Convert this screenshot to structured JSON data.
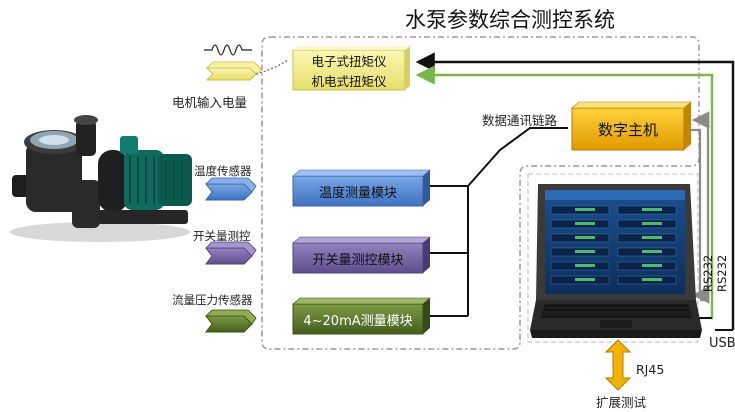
{
  "title": "水泵参数综合测控系统",
  "inputs": {
    "motor_power": "电机输入电量",
    "temperature": "温度传感器",
    "switch": "开关量测控",
    "flow_pressure": "流量压力传感器"
  },
  "torque": {
    "electronic": "电子式扭矩仪",
    "mechanical": "机电式扭矩仪"
  },
  "modules": {
    "temperature": "温度测量模块",
    "switch": "开关量测控模块",
    "current": "4~20mA测量模块"
  },
  "host": "数字主机",
  "comm_link": "数据通讯链路",
  "ports": {
    "rs232_a": "RS232",
    "rs232_b": "RS232",
    "usb": "USB"
  },
  "expansion": {
    "rj45": "RJ45",
    "label": "扩展测试"
  },
  "colors": {
    "yellow": "#f4ef8e",
    "blue": "#5b8ed6",
    "purple": "#7e6aa8",
    "olive": "#5e7a2e",
    "host": "#f2b400",
    "green_arrow": "#7ab648",
    "gray_arrow": "#8a8a8a"
  }
}
